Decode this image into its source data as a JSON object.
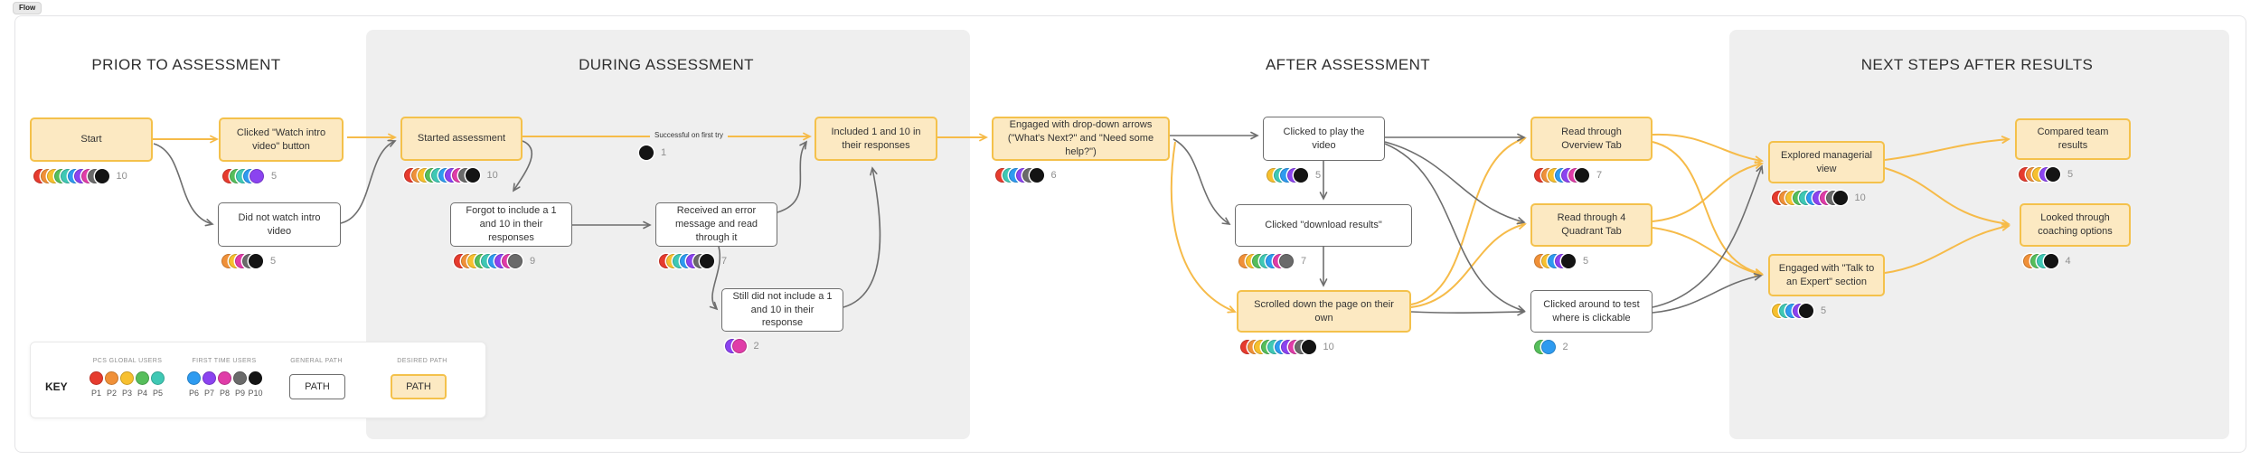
{
  "badge": "Flow",
  "palette": {
    "P1": "#e63b2e",
    "P2": "#f09038",
    "P3": "#f7c02f",
    "P4": "#56be5b",
    "P5": "#3fc8b4",
    "P6": "#2e9bf0",
    "P7": "#8b43f0",
    "P8": "#e03ca8",
    "P9": "#6a6a6a",
    "P10": "#141414"
  },
  "sections": [
    {
      "title": "PRIOR TO ASSESSMENT"
    },
    {
      "title": "DURING ASSESSMENT"
    },
    {
      "title": "AFTER ASSESSMENT"
    },
    {
      "title": "NEXT STEPS AFTER RESULTS"
    }
  ],
  "nodes": [
    {
      "label": "Start",
      "style": "desired",
      "dots": [
        "P1",
        "P2",
        "P3",
        "P4",
        "P5",
        "P6",
        "P7",
        "P8",
        "P9",
        "P10"
      ],
      "count": "10"
    },
    {
      "label": "Clicked \"Watch intro video\" button",
      "style": "desired",
      "dots": [
        "P1",
        "P4",
        "P5",
        "P6",
        "P7"
      ],
      "count": "5"
    },
    {
      "label": "Did not watch intro video",
      "style": "general",
      "dots": [
        "P2",
        "P3",
        "P8",
        "P9",
        "P10"
      ],
      "count": "5"
    },
    {
      "label": "Started assessment",
      "style": "desired",
      "dots": [
        "P1",
        "P2",
        "P3",
        "P4",
        "P5",
        "P6",
        "P7",
        "P8",
        "P9",
        "P10"
      ],
      "count": "10"
    },
    {
      "label": "Forgot to include a 1 and 10 in their responses",
      "style": "general",
      "dots": [
        "P1",
        "P2",
        "P3",
        "P4",
        "P5",
        "P6",
        "P7",
        "P8",
        "P9"
      ],
      "count": "9"
    },
    {
      "label": "Received an error message and read through it",
      "style": "general",
      "dots": [
        "P1",
        "P3",
        "P5",
        "P6",
        "P7",
        "P9",
        "P10"
      ],
      "count": "7"
    },
    {
      "label": "Still did not include a 1 and 10 in their response",
      "style": "general",
      "dots": [
        "P7",
        "P8"
      ],
      "count": "2"
    },
    {
      "label": "Included 1 and 10 in their responses",
      "style": "desired",
      "dots": [],
      "count": ""
    },
    {
      "label": "Engaged with drop-down arrows (\"What's Next?\" and \"Need some help?\")",
      "style": "desired",
      "dots": [
        "P1",
        "P5",
        "P6",
        "P7",
        "P9",
        "P10"
      ],
      "count": "6"
    },
    {
      "label": "Clicked to play the video",
      "style": "general",
      "dots": [
        "P3",
        "P5",
        "P6",
        "P7",
        "P10"
      ],
      "count": "5"
    },
    {
      "label": "Clicked \"download results\"",
      "style": "general",
      "dots": [
        "P2",
        "P3",
        "P4",
        "P5",
        "P6",
        "P8",
        "P9"
      ],
      "count": "7"
    },
    {
      "label": "Scrolled down the page on their own",
      "style": "desired",
      "dots": [
        "P1",
        "P2",
        "P3",
        "P4",
        "P5",
        "P6",
        "P7",
        "P8",
        "P9",
        "P10"
      ],
      "count": "10"
    },
    {
      "label": "Read through Overview Tab",
      "style": "desired",
      "dots": [
        "P1",
        "P2",
        "P3",
        "P6",
        "P7",
        "P8",
        "P10"
      ],
      "count": "7"
    },
    {
      "label": "Read through 4 Quadrant Tab",
      "style": "desired",
      "dots": [
        "P2",
        "P3",
        "P6",
        "P7",
        "P10"
      ],
      "count": "5"
    },
    {
      "label": "Clicked around to test where is clickable",
      "style": "general",
      "dots": [
        "P4",
        "P6"
      ],
      "count": "2"
    },
    {
      "label": "Explored managerial view",
      "style": "desired",
      "dots": [
        "P1",
        "P2",
        "P3",
        "P4",
        "P5",
        "P6",
        "P7",
        "P8",
        "P9",
        "P10"
      ],
      "count": "10"
    },
    {
      "label": "Engaged with \"Talk to an Expert\" section",
      "style": "desired",
      "dots": [
        "P3",
        "P5",
        "P6",
        "P7",
        "P10"
      ],
      "count": "5"
    },
    {
      "label": "Compared team results",
      "style": "desired",
      "dots": [
        "P1",
        "P2",
        "P3",
        "P7",
        "P10"
      ],
      "count": "5"
    },
    {
      "label": "Looked through coaching options",
      "style": "desired",
      "dots": [
        "P2",
        "P4",
        "P5",
        "P10"
      ],
      "count": "4"
    }
  ],
  "annotation": {
    "label": "Successful on first try",
    "dots": [
      "P10"
    ],
    "count": "1"
  },
  "key": {
    "label": "KEY",
    "groups": [
      {
        "title": "PCS GLOBAL USERS",
        "participants": [
          "P1",
          "P2",
          "P3",
          "P4",
          "P5"
        ]
      },
      {
        "title": "FIRST TIME USERS",
        "participants": [
          "P6",
          "P7",
          "P8",
          "P9",
          "P10"
        ]
      }
    ],
    "general_path": {
      "title": "GENERAL PATH",
      "box_label": "PATH"
    },
    "desired_path": {
      "title": "DESIRED PATH",
      "box_label": "PATH"
    }
  },
  "colors": {
    "desired_path": "#f6bb49",
    "general_path": "#6e6e6e",
    "node_fill": "#fce9c2",
    "node_border": "#f4c14b",
    "panel": "#efefef"
  }
}
